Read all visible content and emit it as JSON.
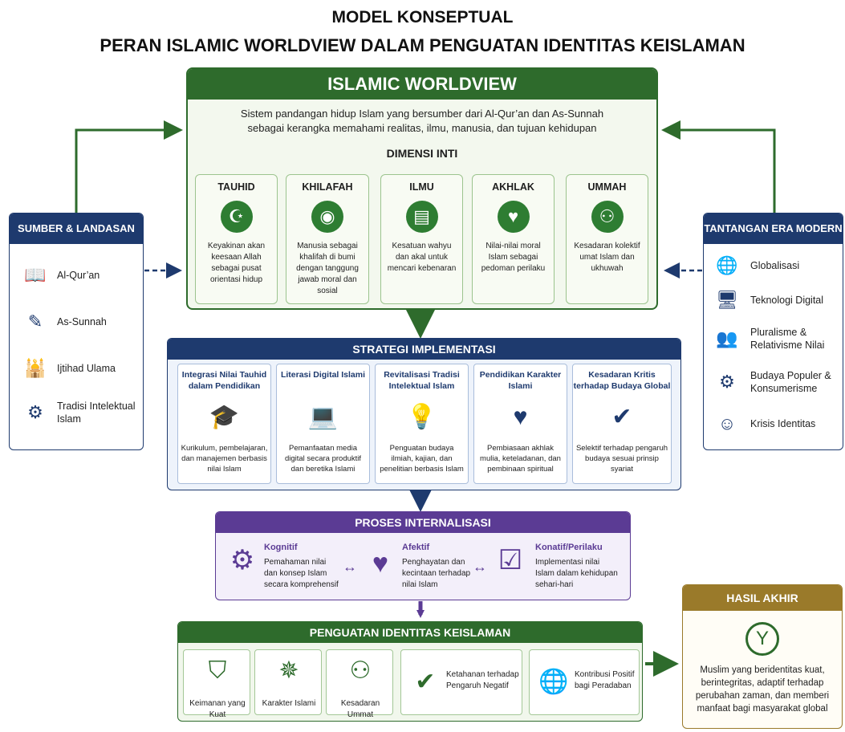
{
  "title_line1": "MODEL KONSEPTUAL",
  "title_line2": "PERAN ISLAMIC WORLDVIEW DALAM PENGUATAN IDENTITAS KEISLAMAN",
  "worldview": {
    "title": "ISLAMIC WORLDVIEW",
    "desc_line1": "Sistem pandangan hidup Islam yang bersumber dari Al-Qur’an dan As-Sunnah",
    "desc_line2": "sebagai kerangka memahami realitas, ilmu, manusia, dan tujuan kehidupan",
    "dim_title": "DIMENSI INTI",
    "dims": [
      {
        "name": "TAUHID",
        "desc": "Keyakinan akan keesaan Allah sebagai pusat orientasi hidup",
        "icon": "allah-icon"
      },
      {
        "name": "KHILAFAH",
        "desc": "Manusia sebagai khalifah di bumi dengan tanggung jawab moral dan sosial",
        "icon": "globe-person-icon"
      },
      {
        "name": "ILMU",
        "desc": "Kesatuan wahyu dan akal untuk mencari kebenaran",
        "icon": "book-icon"
      },
      {
        "name": "AKHLAK",
        "desc": "Nilai-nilai moral Islam sebagai pedoman perilaku",
        "icon": "heart-hand-icon"
      },
      {
        "name": "UMMAH",
        "desc": "Kesadaran kolektif umat Islam dan ukhuwah",
        "icon": "people-icon"
      }
    ]
  },
  "sumber": {
    "title": "SUMBER & LANDASAN",
    "items": [
      {
        "label": "Al-Qur’an",
        "icon": "book-open-icon"
      },
      {
        "label": "As-Sunnah",
        "icon": "scroll-icon"
      },
      {
        "label": "Ijtihad Ulama",
        "icon": "mosque-icon"
      },
      {
        "label": "Tradisi Intelektual Islam",
        "icon": "head-gear-icon"
      }
    ]
  },
  "tantangan": {
    "title": "TANTANGAN ERA MODERN",
    "items": [
      {
        "label": "Globalisasi",
        "icon": "globe-icon"
      },
      {
        "label": "Teknologi Digital",
        "icon": "monitor-icon"
      },
      {
        "label": "Pluralisme & Relativisme Nilai",
        "icon": "people-icon"
      },
      {
        "label": "Budaya Populer & Konsumerisme",
        "icon": "gear-icon"
      },
      {
        "label": "Krisis Identitas",
        "icon": "head-icon"
      }
    ]
  },
  "strategi": {
    "title": "STRATEGI IMPLEMENTASI",
    "items": [
      {
        "name": "Integrasi Nilai Tauhid dalam Pendidikan",
        "desc": "Kurikulum, pembelajaran, dan manajemen berbasis nilai Islam",
        "icon": "graduation-cap-icon"
      },
      {
        "name": "Literasi Digital Islami",
        "desc": "Pemanfaatan media digital secara produktif dan beretika Islami",
        "icon": "laptop-icon"
      },
      {
        "name": "Revitalisasi Tradisi Intelektual Islam",
        "desc": "Penguatan budaya ilmiah, kajian, dan penelitian berbasis Islam",
        "icon": "lightbulb-icon"
      },
      {
        "name": "Pendidikan Karakter Islami",
        "desc": "Pembiasaan akhlak mulia, keteladanan, dan pembinaan spiritual",
        "icon": "heart-people-icon"
      },
      {
        "name": "Kesadaran Kritis terhadap Budaya Global",
        "desc": "Selektif terhadap pengaruh budaya sesuai prinsip syariat",
        "icon": "shield-check-icon"
      }
    ]
  },
  "proses": {
    "title": "PROSES INTERNALISASI",
    "items": [
      {
        "name": "Kognitif",
        "desc": "Pemahaman nilai dan konsep Islam secara komprehensif",
        "icon": "head-gear-icon"
      },
      {
        "name": "Afektif",
        "desc": "Penghayatan dan kecintaan terhadap nilai Islam",
        "icon": "heart-icon"
      },
      {
        "name": "Konatif/Perilaku",
        "desc": "Implementasi nilai Islam dalam kehidupan sehari-hari",
        "icon": "person-check-icon"
      }
    ]
  },
  "penguatan": {
    "title": "PENGUATAN IDENTITAS KEISLAMAN",
    "items": [
      {
        "label": "Keimanan yang Kuat",
        "icon": "shield-icon"
      },
      {
        "label": "Karakter Islami",
        "icon": "star-badge-icon"
      },
      {
        "label": "Kesadaran Ummat",
        "icon": "people-icon"
      },
      {
        "label": "Ketahanan terhadap Pengaruh Negatif",
        "icon": "shield-check-icon"
      },
      {
        "label": "Kontribusi Positif bagi Peradaban",
        "icon": "globe-icon"
      }
    ]
  },
  "hasil": {
    "title": "HASIL AKHIR",
    "desc": "Muslim yang beridentitas kuat, berintegritas, adaptif terhadap perubahan zaman, dan memberi manfaat bagi masyarakat global",
    "icon": "person-up-icon"
  },
  "colors": {
    "green": "#2e6b2c",
    "navy": "#1e3a6e",
    "purple": "#5b3b94",
    "gold": "#9a7a2a"
  }
}
